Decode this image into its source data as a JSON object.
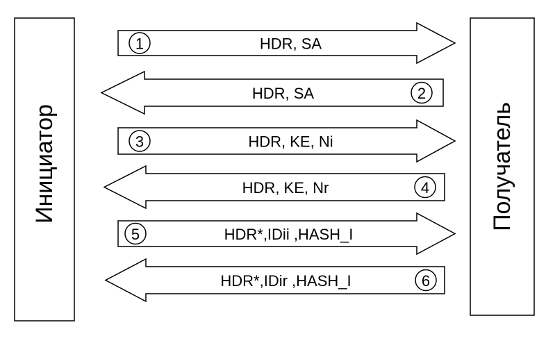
{
  "diagram": {
    "initiator_label": "Инициатор",
    "responder_label": "Получатель",
    "messages": [
      {
        "step": "1",
        "label": "HDR, SA",
        "direction": "right"
      },
      {
        "step": "2",
        "label": "HDR, SA",
        "direction": "left"
      },
      {
        "step": "3",
        "label": "HDR, KE, Ni",
        "direction": "right"
      },
      {
        "step": "4",
        "label": "HDR, KE, Nr",
        "direction": "left"
      },
      {
        "step": "5",
        "label": "HDR*,IDii ,HASH_I",
        "direction": "right"
      },
      {
        "step": "6",
        "label": "HDR*,IDir ,HASH_I",
        "direction": "left"
      }
    ]
  }
}
